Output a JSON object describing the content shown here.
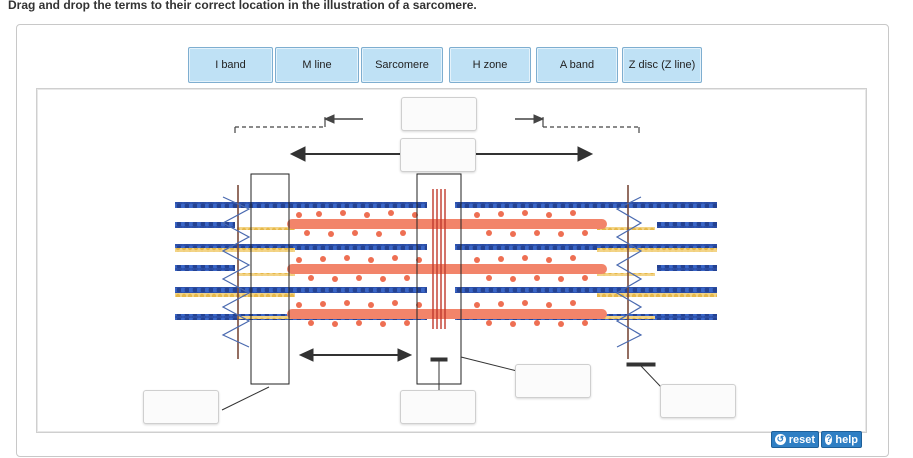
{
  "instructions": "Drag and drop the terms to their correct location in the illustration of a sarcomere.",
  "terms": [
    "I band",
    "M line",
    "Sarcomere",
    "H zone",
    "A band",
    "Z disc (Z line)"
  ],
  "buttons": {
    "reset": "reset",
    "help": "help"
  },
  "icons": {
    "reset": "reset-icon",
    "help": "help-icon"
  },
  "colors": {
    "term_bg": "#bfe1f5",
    "thin_filament": "#2c4fa8",
    "thick_filament": "#f2846a",
    "titin": "#e6b84a",
    "button": "#2f7fc4"
  }
}
